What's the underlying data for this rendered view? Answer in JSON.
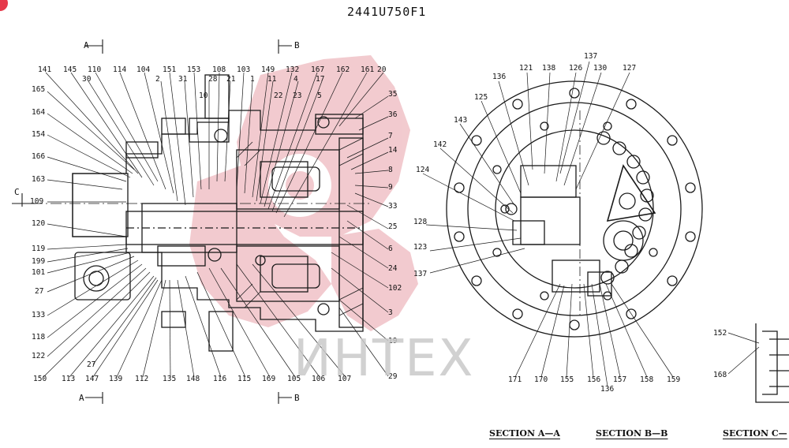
{
  "drawing_number": "2441U750F1",
  "watermark": {
    "text": "ИНТЕХ",
    "color": "#e8a0a8"
  },
  "section_titles": [
    "SECTION A—A",
    "SECTION B—B",
    "SECTION C—"
  ],
  "section_markers": {
    "a_top": "A",
    "b_top": "B",
    "c_side": "C",
    "a_bottom": "A",
    "b_bottom": "B"
  },
  "callouts_main_left": [
    "141",
    "145",
    "110",
    "30",
    "114",
    "104",
    "2",
    "151",
    "31",
    "153",
    "10",
    "28",
    "108",
    "21",
    "103",
    "1",
    "149",
    "11",
    "22",
    "132",
    "4",
    "23",
    "167",
    "17",
    "5",
    "162",
    "161",
    "20",
    "35",
    "36",
    "7",
    "14",
    "8",
    "9",
    "33",
    "25",
    "6",
    "24",
    "102",
    "3",
    "19",
    "29"
  ],
  "callouts_main_side": [
    "165",
    "164",
    "154",
    "166",
    "163",
    "109",
    "120",
    "119",
    "199",
    "101",
    "27",
    "133",
    "118",
    "122"
  ],
  "callouts_main_bottom": [
    "150",
    "113",
    "27",
    "147",
    "139",
    "112",
    "135",
    "148",
    "116",
    "115",
    "169",
    "105",
    "106",
    "107"
  ],
  "callouts_section_a": [
    "137",
    "121",
    "138",
    "126",
    "130",
    "127",
    "136",
    "125",
    "143",
    "142",
    "124",
    "128",
    "123",
    "137"
  ],
  "callouts_section_b": [
    "171",
    "170",
    "155",
    "156",
    "136",
    "157",
    "158",
    "159"
  ],
  "callouts_section_c": [
    "152",
    "168"
  ],
  "colors": {
    "line": "#1a1a1a",
    "accent": "#e6394b",
    "watermark": "#e8a0a8"
  }
}
